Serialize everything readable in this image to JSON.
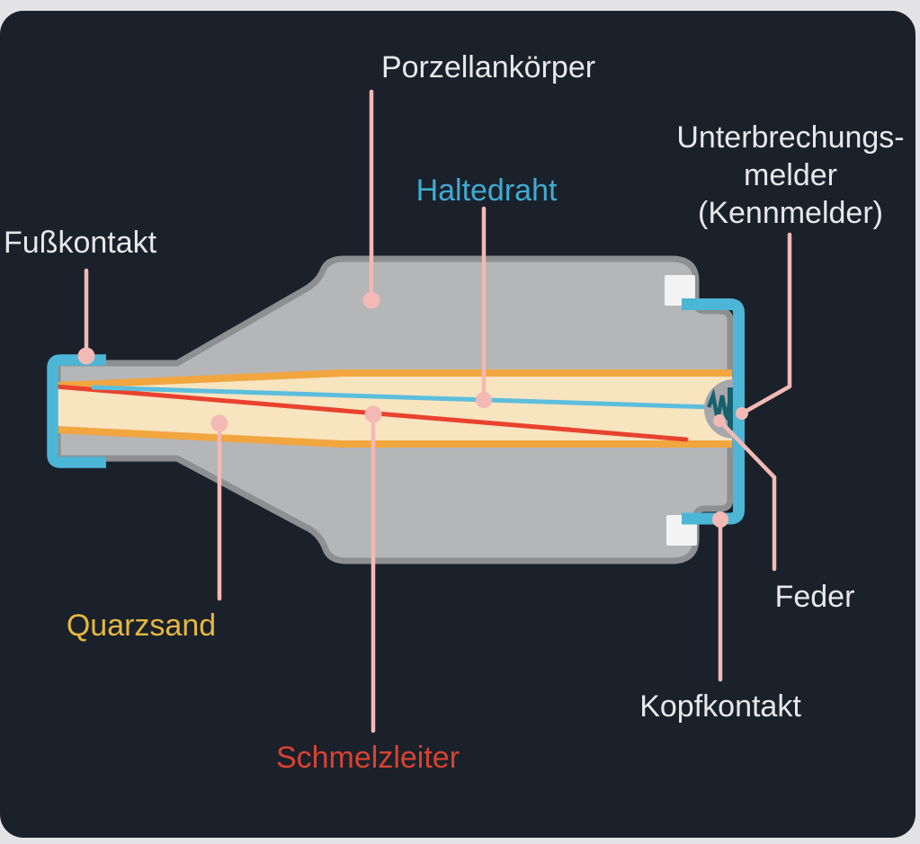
{
  "page": {
    "frame_background": "#e3e3e5",
    "panel_background": "#1a212b"
  },
  "labels": {
    "porzellankoerper": {
      "text": "Porzellankörper",
      "color": "#e6e8ea"
    },
    "haltedraht": {
      "text": "Haltedraht",
      "color": "#41aad2"
    },
    "unterbrechungsmelder": {
      "lines": [
        "Unterbrechungs-",
        "melder",
        "(Kennmelder)"
      ],
      "color": "#e6e8ea"
    },
    "fusskontakt": {
      "text": "Fußkontakt",
      "color": "#e6e8ea"
    },
    "quarzsand": {
      "text": "Quarzsand",
      "color": "#e5b83e"
    },
    "schmelzleiter": {
      "text": "Schmelzleiter",
      "color": "#d84330"
    },
    "feder": {
      "text": "Feder",
      "color": "#e6e8ea"
    },
    "kopfkontakt": {
      "text": "Kopfkontakt",
      "color": "#e6e8ea"
    }
  },
  "colors": {
    "body_gray": "#b5b6b8",
    "body_outline": "#8e8f91",
    "sand_cream": "#f8e4bf",
    "sand_border_orange": "#f1a63f",
    "melt_wire_red": "#e8422e",
    "holding_wire_cyan": "#5bbedd",
    "contact_cap_teal": "#4cb6d6",
    "spring_dark_teal": "#17606d",
    "spring_housing_gray": "#a6a7ab",
    "leader_pink": "#f3b9b4",
    "notch_white": "#f3f3f3"
  }
}
